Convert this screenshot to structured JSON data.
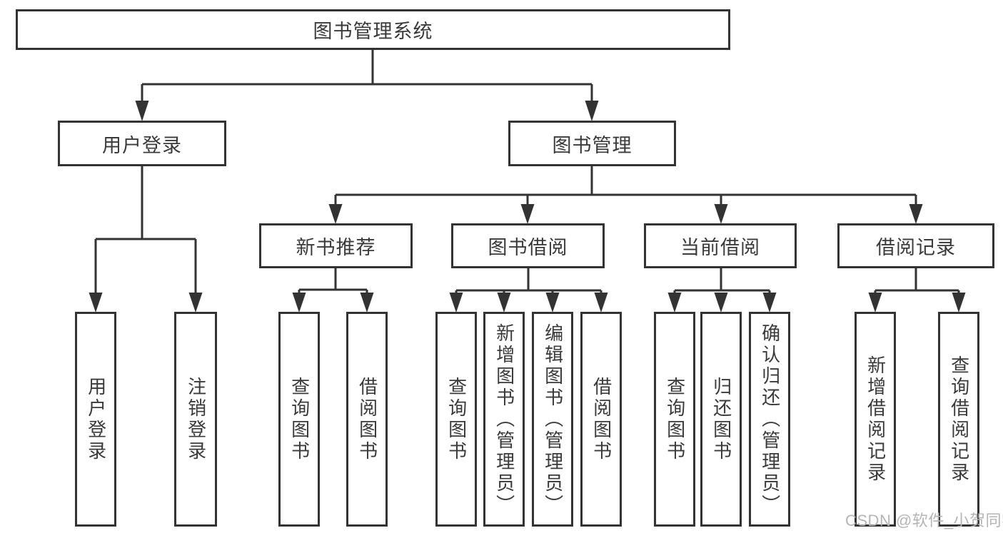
{
  "watermark": "CSDN @软件_小贺同学",
  "colors": {
    "line": "#333333",
    "border": "#333333",
    "text": "#3a3a3a",
    "watermark_text": "#b5b5b5",
    "background": "#ffffff"
  },
  "tree": {
    "label": "图书管理系统",
    "children": [
      {
        "label": "用户登录",
        "children": [
          {
            "label": "用户登录"
          },
          {
            "label": "注销登录"
          }
        ]
      },
      {
        "label": "图书管理",
        "children": [
          {
            "label": "新书推荐",
            "children": [
              {
                "label": "查询图书"
              },
              {
                "label": "借阅图书"
              }
            ]
          },
          {
            "label": "图书借阅",
            "children": [
              {
                "label": "查询图书"
              },
              {
                "label": "新增图书（管理员）"
              },
              {
                "label": "编辑图书（管理员）"
              },
              {
                "label": "借阅图书"
              }
            ]
          },
          {
            "label": "当前借阅",
            "children": [
              {
                "label": "查询图书"
              },
              {
                "label": "归还图书"
              },
              {
                "label": "确认归还（管理员）"
              }
            ]
          },
          {
            "label": "借阅记录",
            "children": [
              {
                "label": "新增借阅记录"
              },
              {
                "label": "查询借阅记录"
              }
            ]
          }
        ]
      }
    ]
  }
}
